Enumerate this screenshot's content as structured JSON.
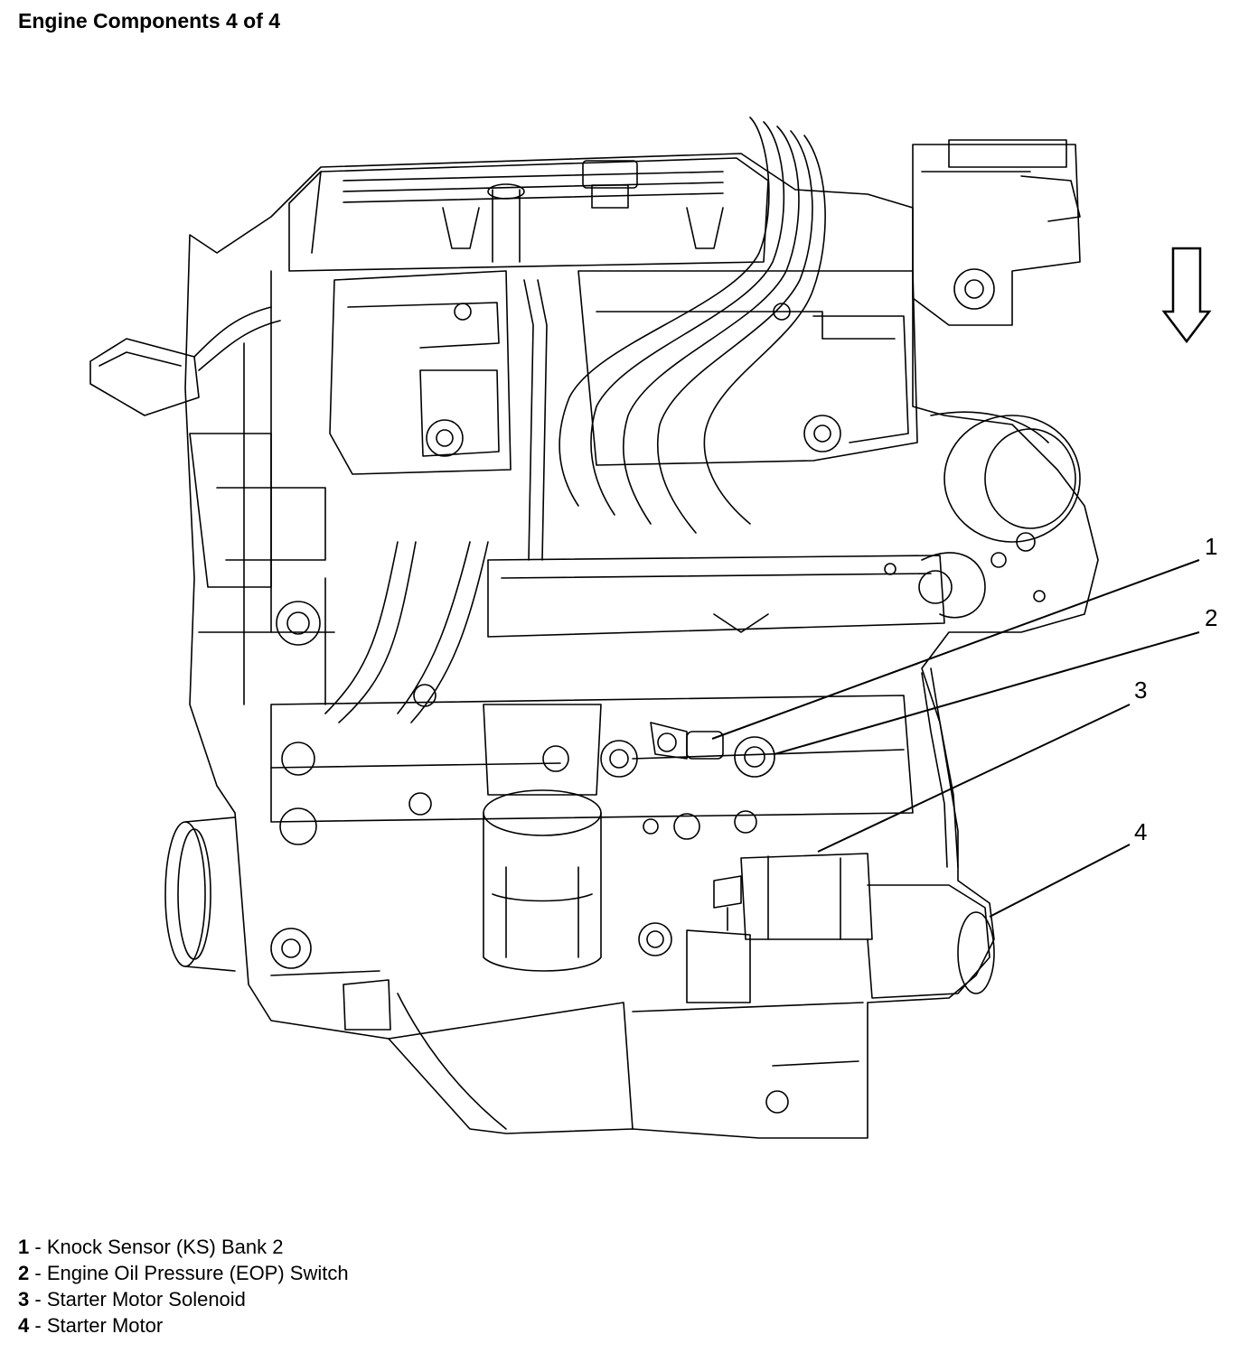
{
  "title": "Engine Components 4 of 4",
  "diagram": {
    "subject": "engine-line-drawing",
    "arrow": "down-arrow",
    "callouts": [
      {
        "number": "1"
      },
      {
        "number": "2"
      },
      {
        "number": "3"
      },
      {
        "number": "4"
      }
    ]
  },
  "legend": [
    {
      "number": "1",
      "separator": " - ",
      "label": "Knock Sensor (KS) Bank 2"
    },
    {
      "number": "2",
      "separator": " - ",
      "label": "Engine Oil Pressure (EOP) Switch"
    },
    {
      "number": "3",
      "separator": " - ",
      "label": "Starter Motor Solenoid"
    },
    {
      "number": "4",
      "separator": " - ",
      "label": "Starter Motor"
    }
  ]
}
